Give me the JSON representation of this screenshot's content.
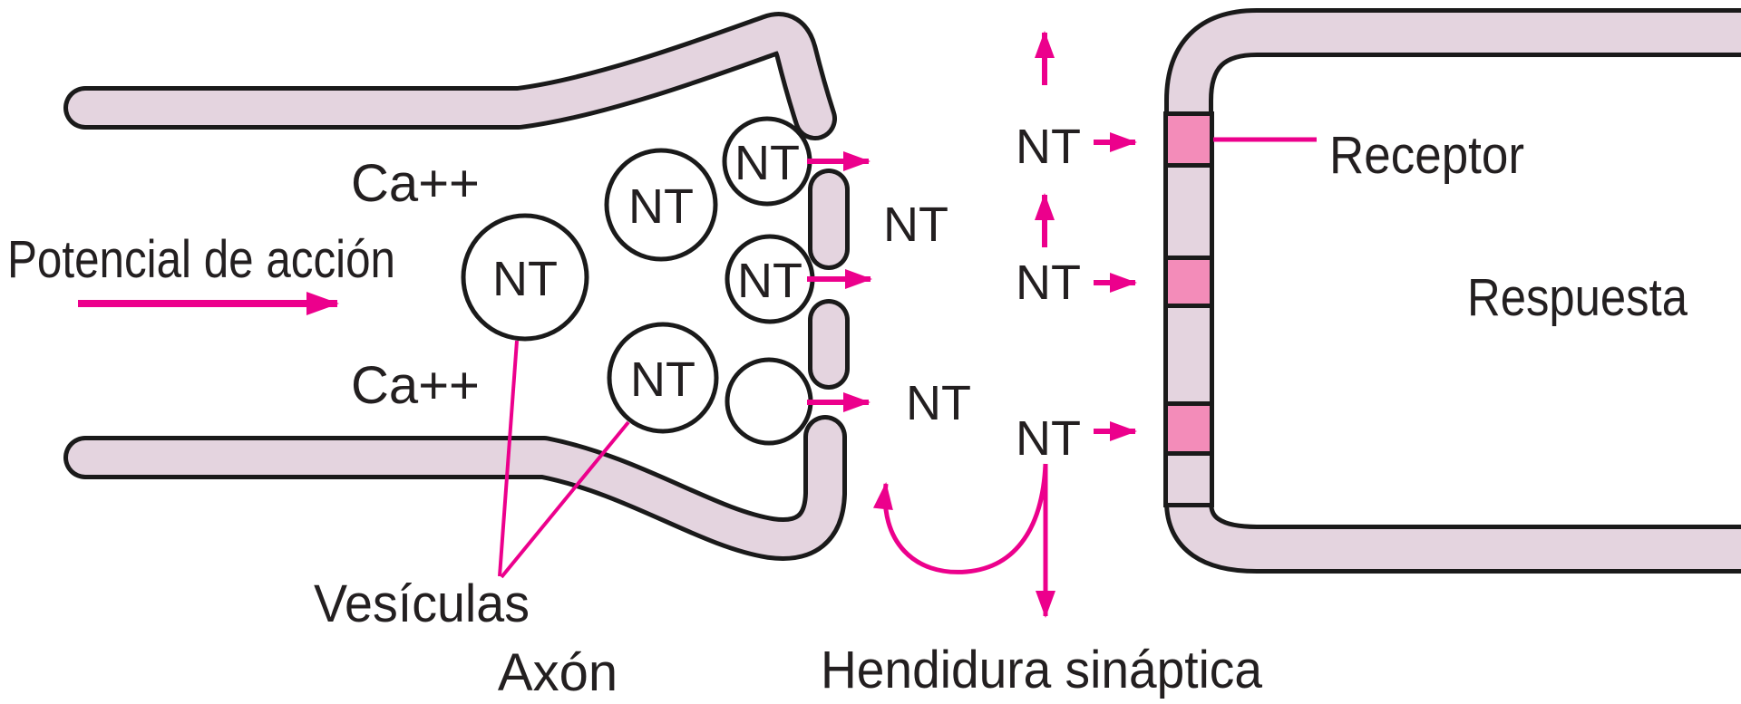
{
  "diagram": {
    "title": "Synaptic transmission diagram (Spanish labels)",
    "labels": {
      "action_potential": "Potencial de acción",
      "calcium_top": "Ca++",
      "calcium_bottom": "Ca++",
      "nt": "NT",
      "vesicles": "Vesículas",
      "axon": "Axón",
      "synaptic_cleft": "Hendidura sináptica",
      "receptor": "Receptor",
      "response": "Respuesta"
    },
    "colors": {
      "membrane": "#E4D4DF",
      "receptor": "#F38CB9",
      "arrow": "#EC008C",
      "outline": "#1A1A1A",
      "text": "#231F20"
    }
  }
}
